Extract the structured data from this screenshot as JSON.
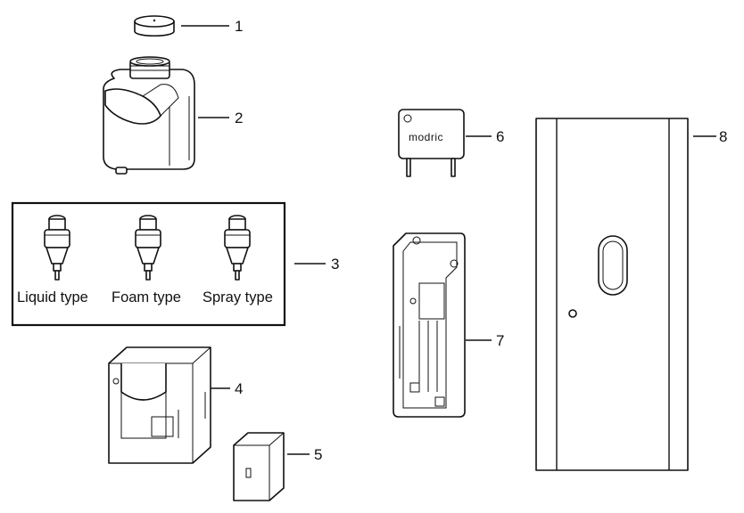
{
  "callouts": [
    "1",
    "2",
    "3",
    "4",
    "5",
    "6",
    "7",
    "8"
  ],
  "nozzle_types": [
    "Liquid type",
    "Foam type",
    "Spray type"
  ],
  "brand_label": "modric"
}
